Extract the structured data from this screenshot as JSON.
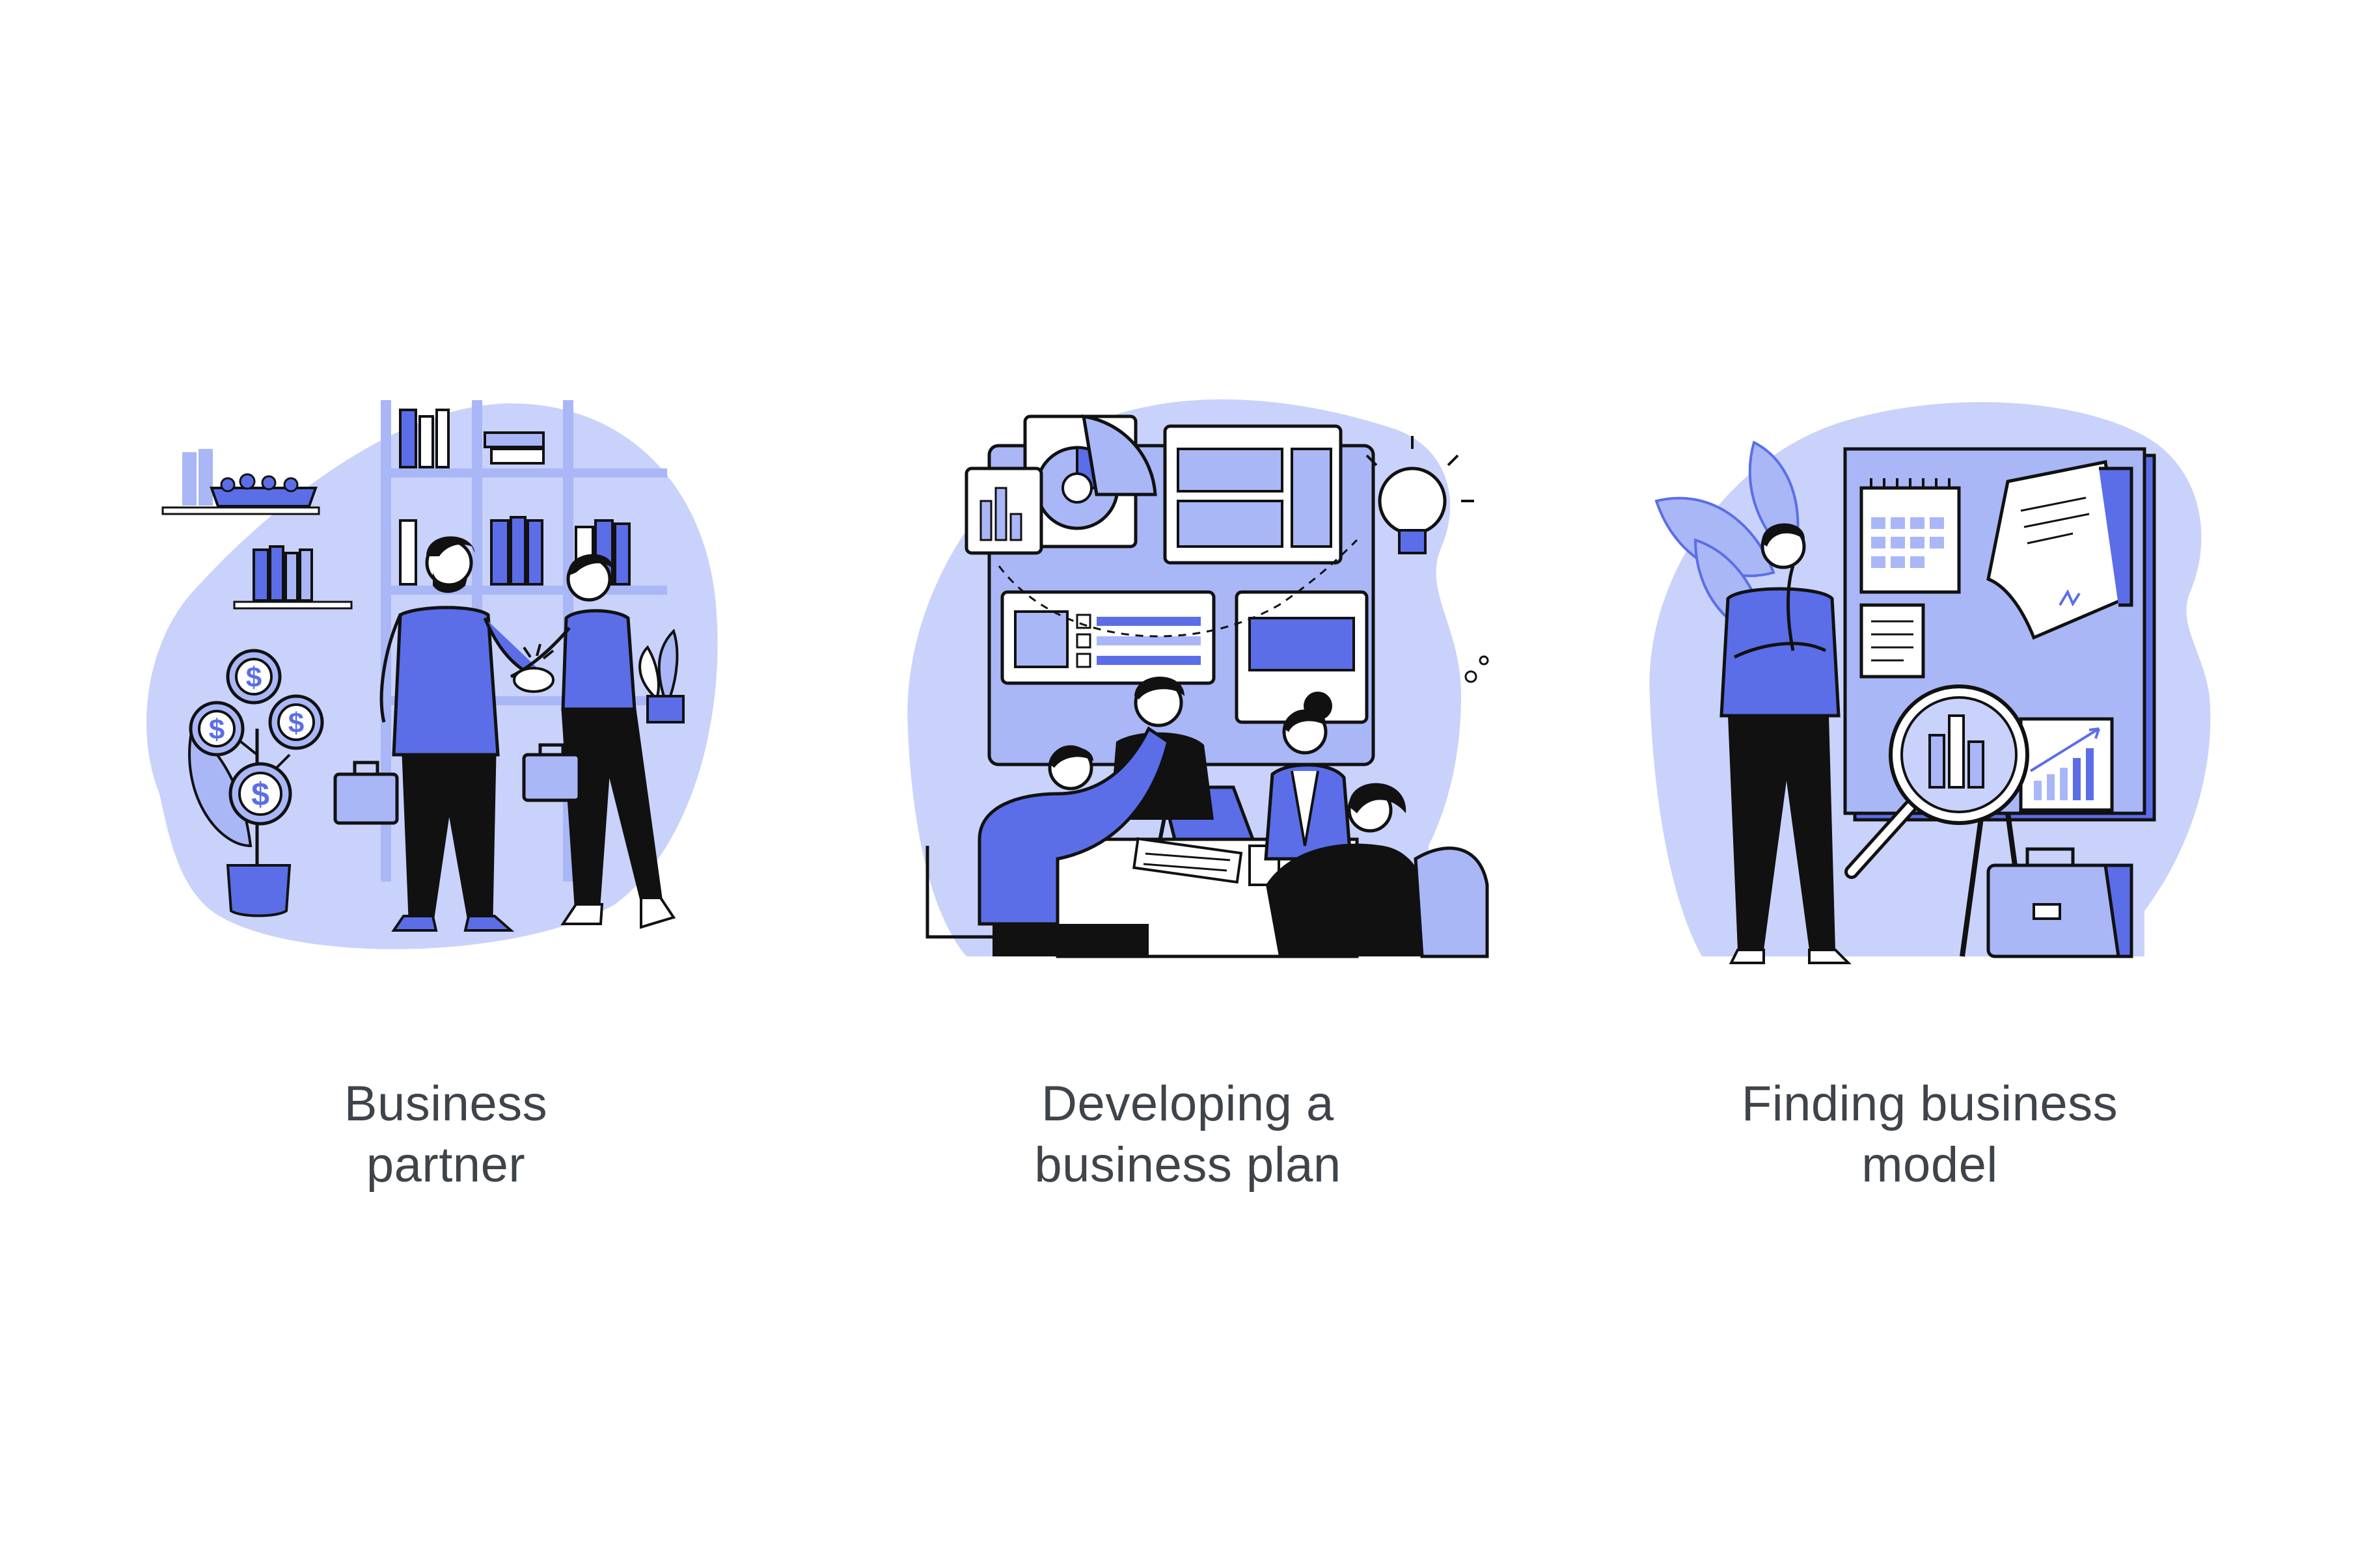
{
  "colors": {
    "accent": "#5b6ee8",
    "accent_light": "#a9b7f7",
    "accent_pale": "#c9d2fa",
    "ink": "#111111",
    "caption": "#3f444b",
    "background": "#ffffff"
  },
  "cards": [
    {
      "title_line1": "Business",
      "title_line2": "partner",
      "icon": "business-partner-illustration",
      "coin_symbol": "$"
    },
    {
      "title_line1": "Developing a",
      "title_line2": "business plan",
      "icon": "business-plan-illustration"
    },
    {
      "title_line1": "Finding business",
      "title_line2": "model",
      "icon": "business-model-illustration"
    }
  ]
}
